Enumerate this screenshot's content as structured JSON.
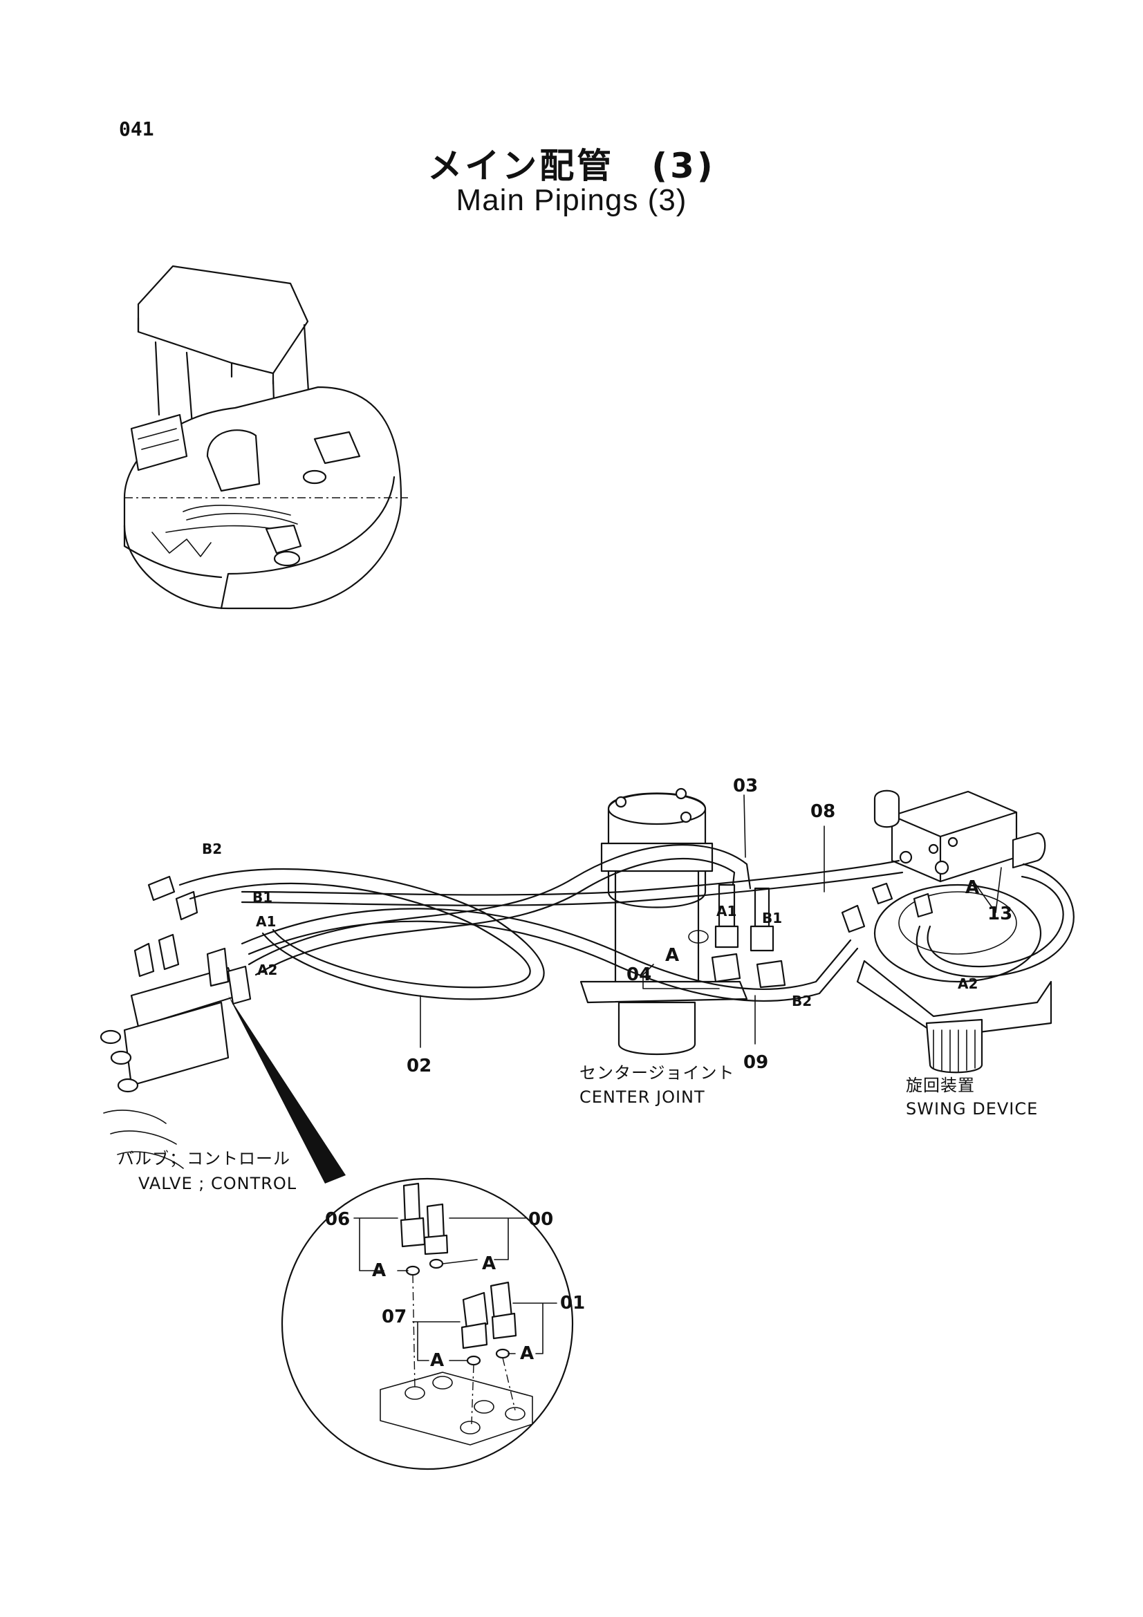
{
  "page_number": "041",
  "title_ja": "メイン配管　(3)",
  "title_en": "Main Pipings (3)",
  "part_labels": {
    "p00": "00",
    "p01": "01",
    "p02": "02",
    "p03": "03",
    "p04": "04",
    "p06": "06",
    "p07": "07",
    "p08": "08",
    "p09": "09",
    "p13": "13"
  },
  "port_labels": {
    "a1": "A1",
    "a2": "A2",
    "b1": "B1",
    "b2": "B2",
    "a": "A"
  },
  "captions": {
    "center_joint_ja": "センタージョイント",
    "center_joint_en": "CENTER JOINT",
    "swing_device_ja": "旋回装置",
    "swing_device_en": "SWING DEVICE",
    "valve_control_ja": "バルブ；コントロール",
    "valve_control_en": "VALVE ; CONTROL"
  }
}
